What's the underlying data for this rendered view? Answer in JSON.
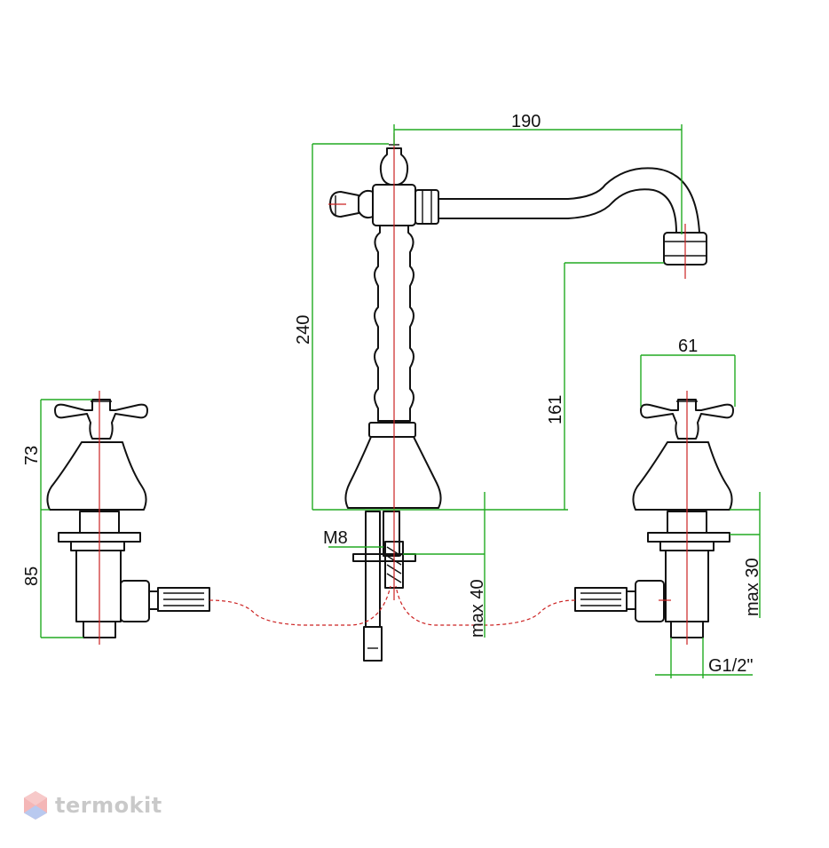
{
  "dimensions": {
    "spout_reach": "190",
    "spout_height": "240",
    "spout_outlet_height": "161",
    "handle_width": "61",
    "handle_height": "73",
    "valve_height": "85",
    "thread_size": "M8",
    "max_deck_spout": "max 40",
    "max_deck_valve": "max 30",
    "connection": "G1/2\""
  },
  "watermark": {
    "brand": "termokit"
  },
  "colors": {
    "outline": "#111111",
    "dimension": "#22aa22",
    "centerline": "#cc2222",
    "watermark": "#c9c9c9"
  }
}
